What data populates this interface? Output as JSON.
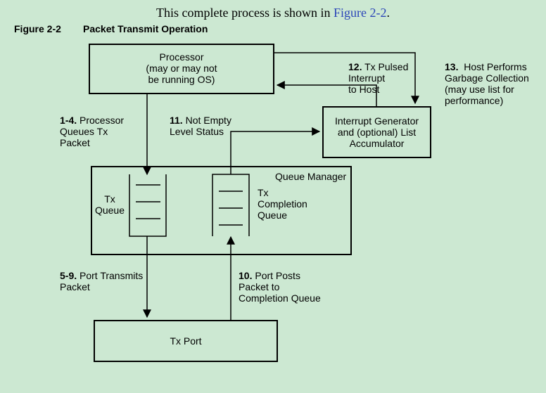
{
  "intro": {
    "text": "This complete process is shown in",
    "link": "Figure 2-2",
    "end": "."
  },
  "figure": {
    "number": "Figure 2-2",
    "title": "Packet Transmit Operation"
  },
  "nodes": {
    "processor": {
      "line1": "Processor",
      "line2": "(may or may not",
      "line3": "be running OS)"
    },
    "interrupt": {
      "line1": "Interrupt Generator",
      "line2": "and (optional) List",
      "line3": "Accumulator"
    },
    "queue_manager": {
      "title": "Queue Manager"
    },
    "tx_queue": {
      "line1": "Tx",
      "line2": "Queue"
    },
    "completion_queue": {
      "line1": "Tx",
      "line2": "Completion",
      "line3": "Queue"
    },
    "tx_port": {
      "label": "Tx Port"
    }
  },
  "steps": {
    "s1": {
      "num": "1-4.",
      "line1": "Processor",
      "line2": "Queues Tx",
      "line3": "Packet"
    },
    "s5": {
      "num": "5-9.",
      "line1": "Port Transmits",
      "line2": "Packet"
    },
    "s10": {
      "num": "10.",
      "line1": "Port Posts",
      "line2": "Packet to",
      "line3": "Completion Queue"
    },
    "s11": {
      "num": "11.",
      "line1": "Not Empty",
      "line2": "Level Status"
    },
    "s12": {
      "num": "12.",
      "line1": "Tx Pulsed",
      "line2": "Interrupt",
      "line3": "to Host"
    },
    "s13": {
      "num": "13.",
      "line1": "Host Performs",
      "line2": "Garbage Collection",
      "line3": "(may use list for",
      "line4": "performance)"
    }
  }
}
